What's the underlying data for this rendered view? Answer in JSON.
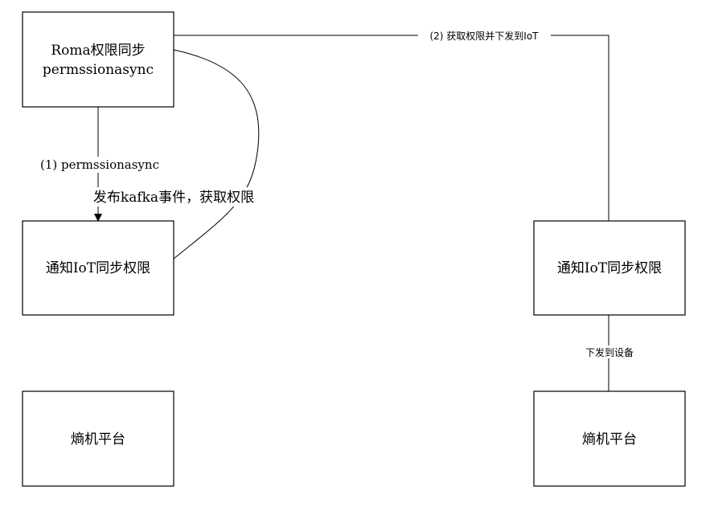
{
  "nodes": {
    "roma": {
      "line1": "Roma权限同步",
      "line2": "permssionasync"
    },
    "notify_left": {
      "label": "通知IoT同步权限"
    },
    "platform_left": {
      "label": "熵机平台"
    },
    "notify_right": {
      "label": "通知IoT同步权限"
    },
    "platform_right": {
      "label": "熵机平台"
    }
  },
  "edges": {
    "step1": {
      "line1": "(1) permssionasync",
      "line2": "发布kafka事件，获取权限"
    },
    "step2": {
      "label": "(2) 获取权限并下发到IoT"
    },
    "dispatch": {
      "label": "下发到设备"
    }
  }
}
